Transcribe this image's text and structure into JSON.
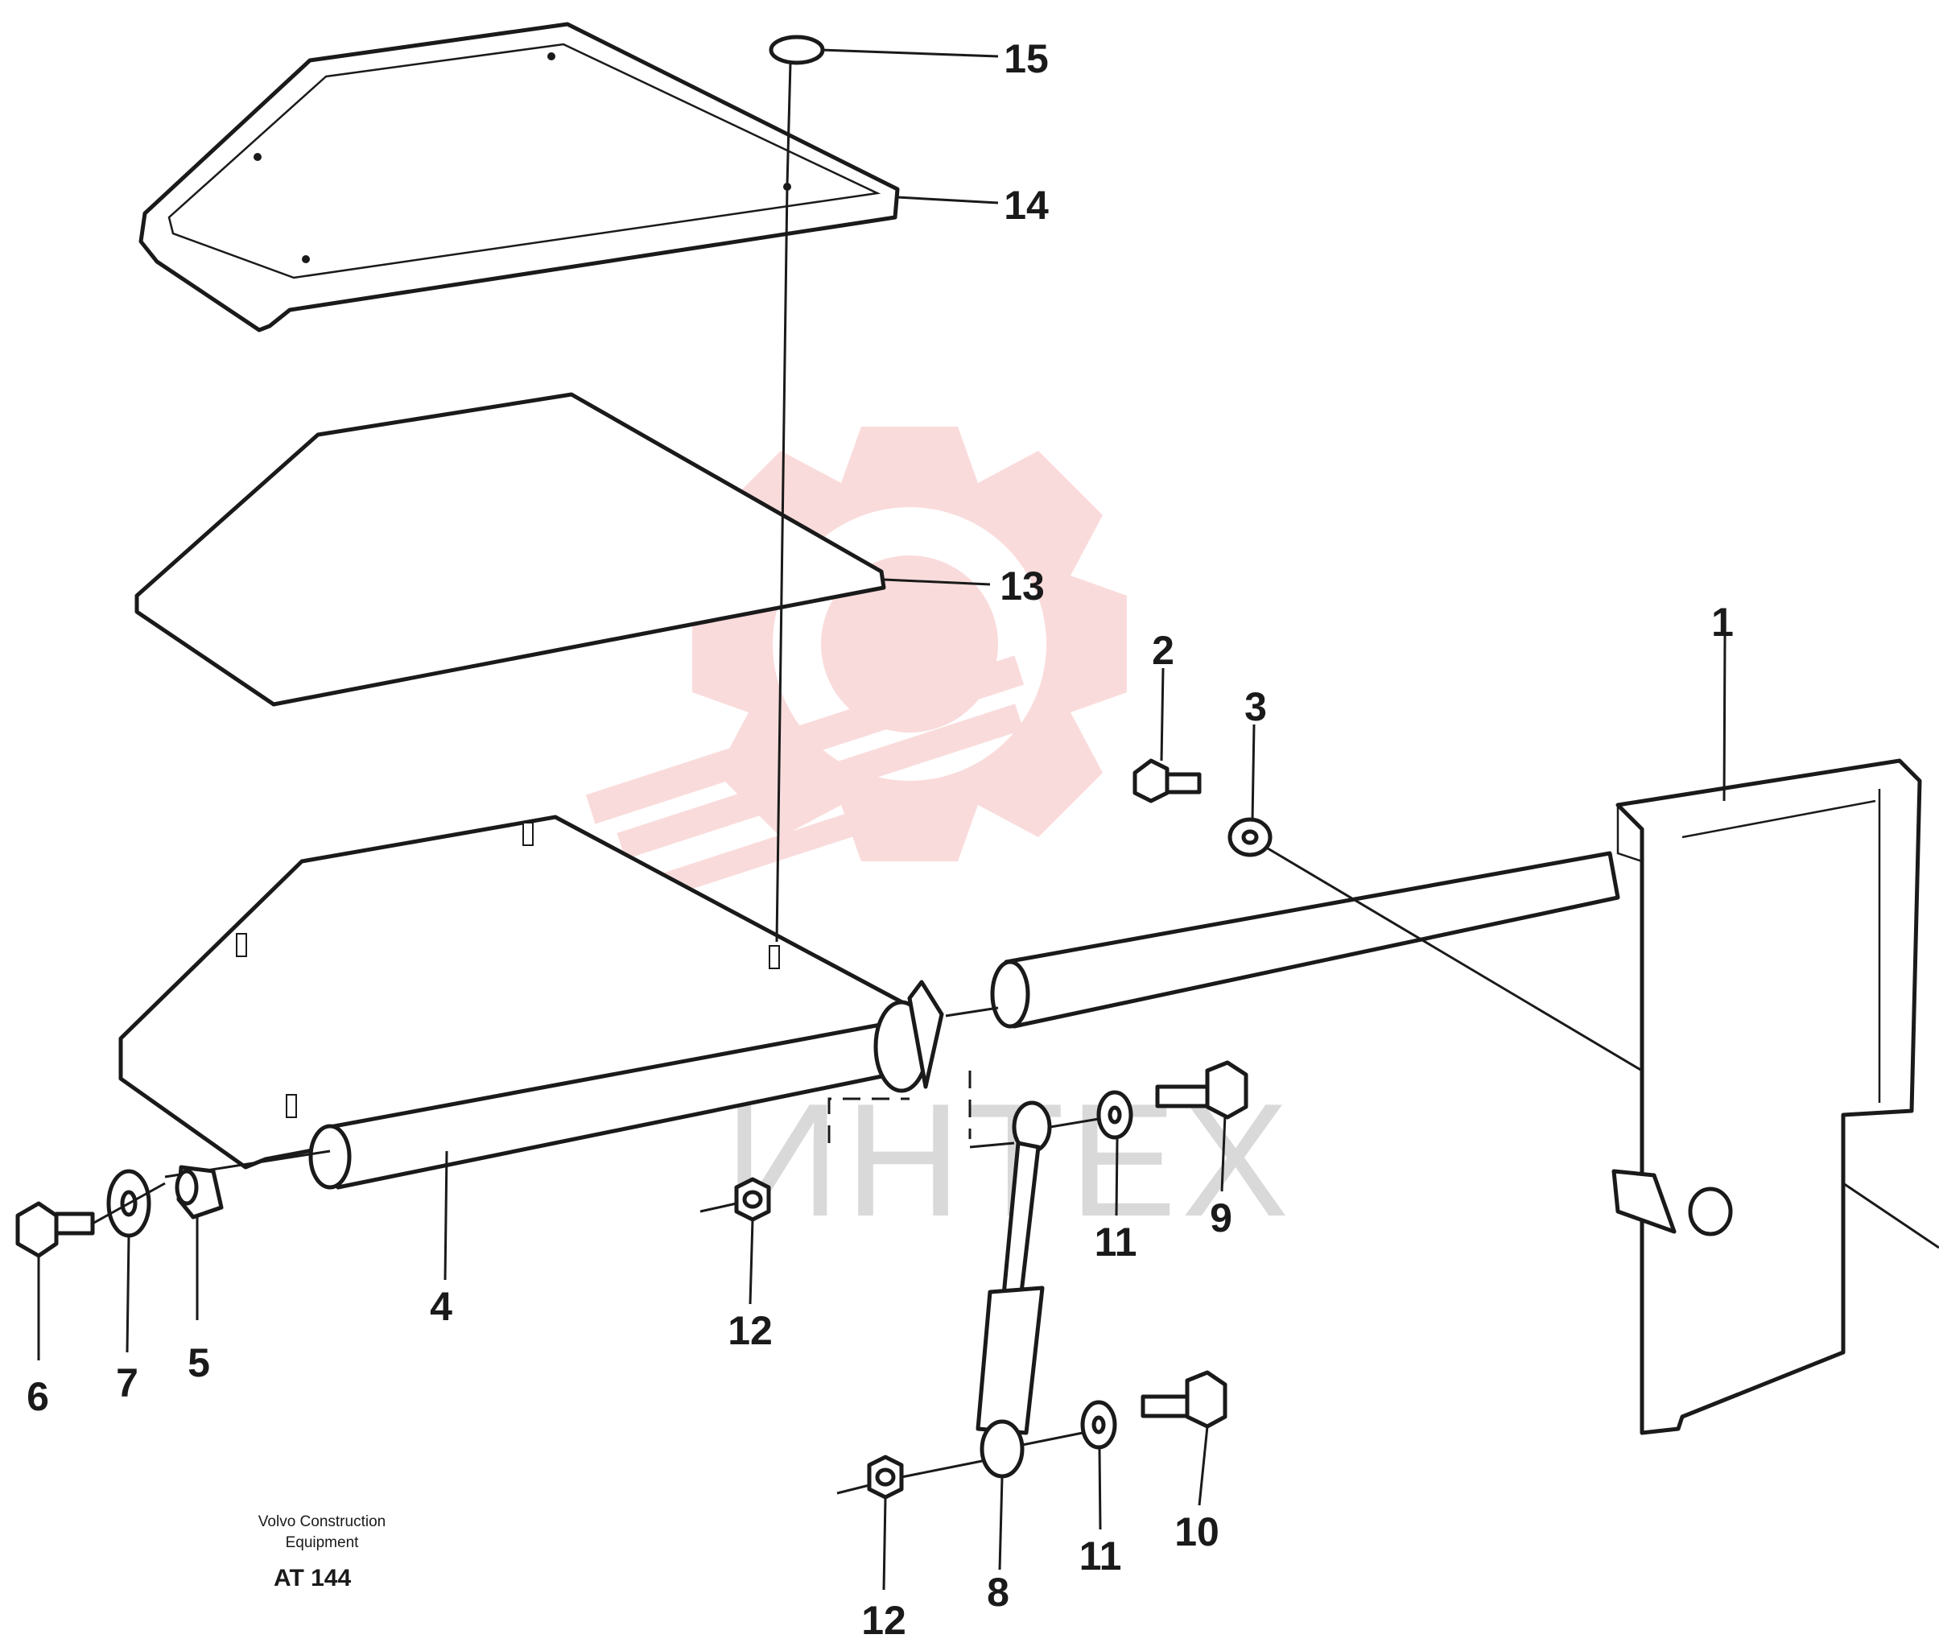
{
  "watermark": {
    "text": "ИНТЕХ",
    "color": "#f08080"
  },
  "callouts": [
    {
      "id": "1",
      "label": "1"
    },
    {
      "id": "2",
      "label": "2"
    },
    {
      "id": "3",
      "label": "3"
    },
    {
      "id": "4",
      "label": "4"
    },
    {
      "id": "5",
      "label": "5"
    },
    {
      "id": "6",
      "label": "6"
    },
    {
      "id": "7",
      "label": "7"
    },
    {
      "id": "8",
      "label": "8"
    },
    {
      "id": "9",
      "label": "9"
    },
    {
      "id": "10",
      "label": "10"
    },
    {
      "id": "11a",
      "label": "11"
    },
    {
      "id": "11b",
      "label": "11"
    },
    {
      "id": "12a",
      "label": "12"
    },
    {
      "id": "12b",
      "label": "12"
    },
    {
      "id": "13",
      "label": "13"
    },
    {
      "id": "14",
      "label": "14"
    },
    {
      "id": "15",
      "label": "15"
    }
  ],
  "footer": {
    "line1": "Volvo Construction",
    "line2": "Equipment",
    "code": "AT 144"
  }
}
